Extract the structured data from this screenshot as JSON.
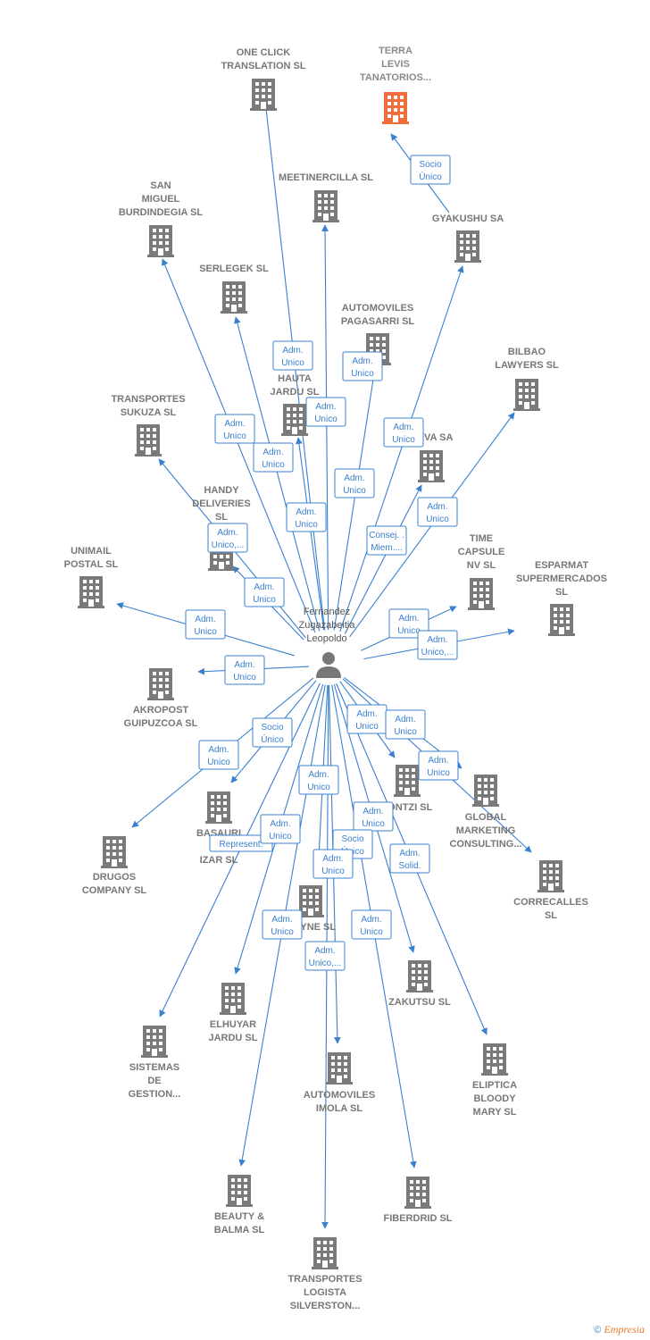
{
  "center": {
    "label": [
      "Fernandez",
      "Zugazabeitia",
      "Leopoldo"
    ],
    "icon": "person-icon"
  },
  "colors": {
    "edge": "#3a80d0",
    "building": "#7a7a7a",
    "highlight": "#f26b3a"
  },
  "nodes": [
    {
      "id": "one-click",
      "label": [
        "ONE CLICK",
        "TRANSLATION SL"
      ]
    },
    {
      "id": "terra-levis",
      "label": [
        "TERRA",
        "LEVIS",
        "TANATORIOS..."
      ],
      "highlight": true
    },
    {
      "id": "meetincercilla",
      "label": [
        "MEETINERCILLA SL"
      ]
    },
    {
      "id": "gyakushu",
      "label": [
        "GYAKUSHU SA"
      ]
    },
    {
      "id": "san-miguel",
      "label": [
        "SAN",
        "MIGUEL",
        "BURDINDEGIA SL"
      ]
    },
    {
      "id": "serlegek",
      "label": [
        "SERLEGEK SL"
      ]
    },
    {
      "id": "automoviles-pagasarri",
      "label": [
        "AUTOMOVILES",
        "PAGASARRI SL"
      ]
    },
    {
      "id": "bilbao-lawyers",
      "label": [
        "BILBAO",
        "LAWYERS SL"
      ]
    },
    {
      "id": "hauta-jardu",
      "label": [
        "HAUTA",
        "JARDU SL"
      ]
    },
    {
      "id": "transportes-sukuza",
      "label": [
        "TRANSPORTES",
        "SUKUZA  SL"
      ]
    },
    {
      "id": "nova",
      "label": [
        "NOVA SA"
      ]
    },
    {
      "id": "handy-deliveries",
      "label": [
        "HANDY",
        "DELIVERIES",
        "SL"
      ]
    },
    {
      "id": "time-capsule",
      "label": [
        "TIME",
        "CAPSULE",
        "NV  SL"
      ]
    },
    {
      "id": "unimail-postal",
      "label": [
        "UNIMAIL",
        "POSTAL SL"
      ]
    },
    {
      "id": "esparmat",
      "label": [
        "ESPARMAT",
        "SUPERMERCADOS",
        "SL"
      ]
    },
    {
      "id": "akropost",
      "label": [
        "AKROPOST",
        "GUIPUZCOA SL"
      ]
    },
    {
      "id": "tontzi",
      "label": [
        "TONTZI SL"
      ]
    },
    {
      "id": "global-marketing",
      "label": [
        "GLOBAL",
        "MARKETING",
        "CONSULTING..."
      ]
    },
    {
      "id": "basauri",
      "label": [
        "BASAURI",
        "FI",
        "IZAR SL"
      ]
    },
    {
      "id": "drugos",
      "label": [
        "DRUGOS",
        "COMPANY SL"
      ]
    },
    {
      "id": "correcalles",
      "label": [
        "CORRECALLES",
        "SL"
      ]
    },
    {
      "id": "lwyne",
      "label": [
        "LWYNE SL"
      ]
    },
    {
      "id": "zakutsu",
      "label": [
        "ZAKUTSU SL"
      ]
    },
    {
      "id": "elhuyar",
      "label": [
        "ELHUYAR",
        "JARDU SL"
      ]
    },
    {
      "id": "sistemas",
      "label": [
        "SISTEMAS",
        "DE",
        "GESTION..."
      ]
    },
    {
      "id": "automoviles-imola",
      "label": [
        "AUTOMOVILES",
        "IMOLA SL"
      ]
    },
    {
      "id": "eliptica",
      "label": [
        "ELIPTICA",
        "BLOODY",
        "MARY SL"
      ]
    },
    {
      "id": "beauty-balma",
      "label": [
        "BEAUTY &",
        "BALMA  SL"
      ]
    },
    {
      "id": "fiberdrid",
      "label": [
        "FIBERDRID  SL"
      ]
    },
    {
      "id": "transportes-logista",
      "label": [
        "TRANSPORTES",
        "LOGISTA",
        "SILVERSTON..."
      ]
    }
  ],
  "relations": [
    {
      "label": [
        "Adm.",
        "Unico"
      ]
    },
    {
      "label": [
        "Adm.",
        "Unico"
      ]
    },
    {
      "label": [
        "Socio",
        "Único"
      ]
    },
    {
      "label": [
        "Adm.",
        "Unico"
      ]
    },
    {
      "label": [
        "Adm.",
        "Unico"
      ]
    },
    {
      "label": [
        "Adm.",
        "Unico"
      ]
    },
    {
      "label": [
        "Adm.",
        "Unico"
      ]
    },
    {
      "label": [
        "Adm.",
        "Unico"
      ]
    },
    {
      "label": [
        "Adm.",
        "Unico"
      ]
    },
    {
      "label": [
        "Adm.",
        "Unico"
      ]
    },
    {
      "label": [
        "Adm.",
        "Unico,..."
      ]
    },
    {
      "label": [
        "Consej. .",
        "Miem...."
      ]
    },
    {
      "label": [
        "Adm.",
        "Unico"
      ]
    },
    {
      "label": [
        "Adm.",
        "Unico"
      ]
    },
    {
      "label": [
        "Adm.",
        "Unico"
      ]
    },
    {
      "label": [
        "Adm.",
        "Unico,..."
      ]
    },
    {
      "label": [
        "Adm.",
        "Unico"
      ]
    },
    {
      "label": [
        "Adm.",
        "Unico"
      ]
    },
    {
      "label": [
        "Adm.",
        "Unico"
      ]
    },
    {
      "label": [
        "Socio",
        "Único"
      ]
    },
    {
      "label": [
        "Adm.",
        "Unico"
      ]
    },
    {
      "label": [
        "Adm.",
        "Unico"
      ]
    },
    {
      "label": [
        "Adm.",
        "Unico"
      ]
    },
    {
      "label": [
        "Adm.",
        "Unico"
      ]
    },
    {
      "label": [
        "Represent."
      ]
    },
    {
      "label": [
        "Adm.",
        "Unico"
      ]
    },
    {
      "label": [
        "Socio",
        "Único"
      ]
    },
    {
      "label": [
        "Adm.",
        "Solid."
      ]
    },
    {
      "label": [
        "Adm.",
        "Unico"
      ]
    },
    {
      "label": [
        "Adm.",
        "Unico"
      ]
    },
    {
      "label": [
        "Adm.",
        "Unico"
      ]
    },
    {
      "label": [
        "Adm.",
        "Unico,..."
      ]
    }
  ],
  "footer": {
    "copyright": "©",
    "brand": "Empresia"
  }
}
